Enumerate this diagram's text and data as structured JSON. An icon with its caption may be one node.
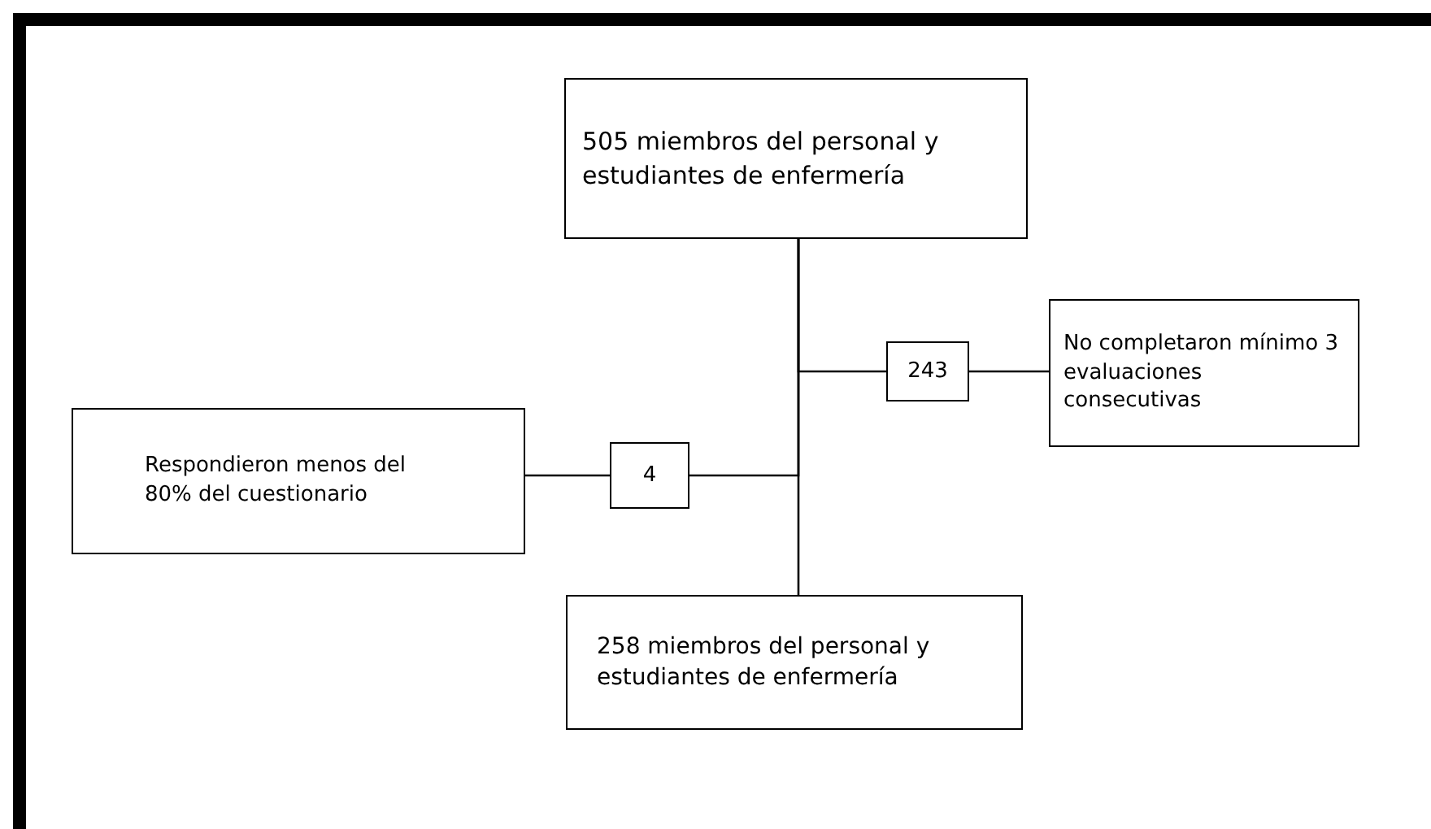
{
  "diagram": {
    "nodes": [
      {
        "text": [
          "505 miembros del personal y estudiantes de enfermería"
        ]
      },
      {
        "text": [
          "243"
        ]
      },
      {
        "text": [
          "No completaron mínimo 3 evaluaciones consecutivas"
        ]
      },
      {
        "text": [
          "Respondieron menos del 80% del cuestionario"
        ]
      },
      {
        "text": [
          "4"
        ]
      },
      {
        "text": [
          "258 miembros del personal y estudiantes de enfermería"
        ]
      }
    ],
    "edges": [
      {
        "from": 0,
        "to": 5,
        "arrow": "none"
      },
      {
        "from": 0,
        "to": 1,
        "arrow": "none"
      },
      {
        "from": 1,
        "to": 2,
        "arrow": "none"
      },
      {
        "from": 0,
        "to": 4,
        "arrow": "none"
      },
      {
        "from": 4,
        "to": 3,
        "arrow": "none"
      }
    ]
  }
}
